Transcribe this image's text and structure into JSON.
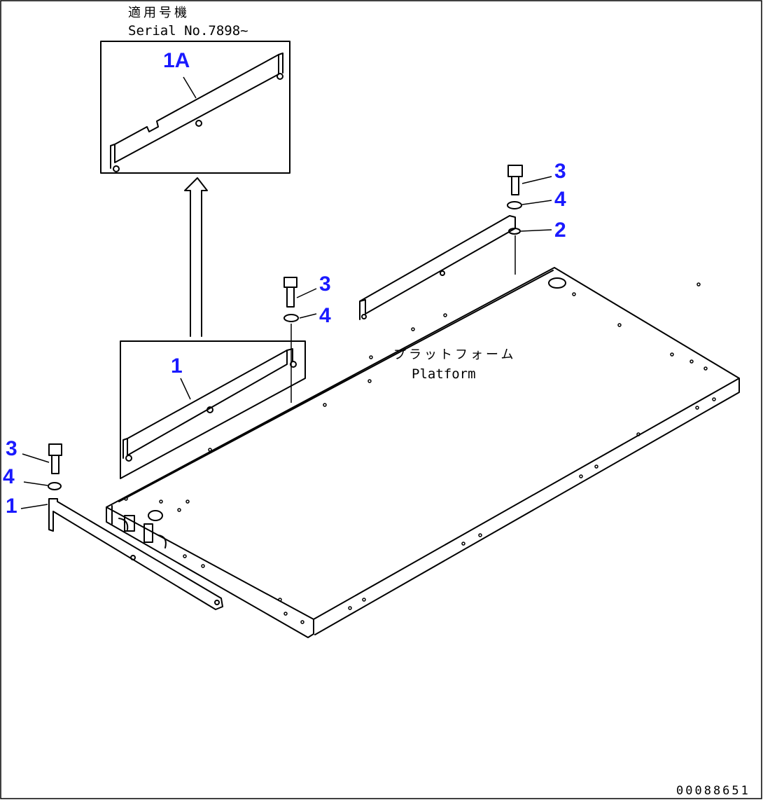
{
  "header": {
    "applicable_jp": "適用号機",
    "serial": "Serial No.7898~"
  },
  "platform": {
    "label_jp": "プラットフォーム",
    "label_en": "Platform"
  },
  "callouts": {
    "inset_part": "1A",
    "bracket_inset": "1",
    "bolt_mid": "3",
    "washer_mid": "4",
    "bolt_right": "3",
    "washer_right": "4",
    "bracket_right": "2",
    "bolt_left": "3",
    "washer_left": "4",
    "bracket_left": "1"
  },
  "footer": {
    "drawing_number": "00088651"
  },
  "colors": {
    "callout": "#1a1aff",
    "line": "#000000",
    "background": "#ffffff"
  }
}
